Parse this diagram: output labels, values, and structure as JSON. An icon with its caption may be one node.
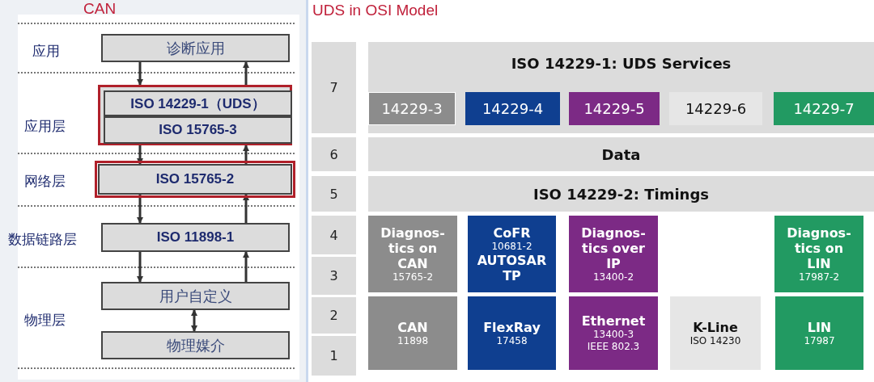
{
  "diagram": {
    "nodes": [
      {
        "text": [
          "诊断应用"
        ]
      },
      {
        "text": [],
        "shape": "box"
      },
      {
        "text": [
          "ISO 14229-1（UDS）"
        ],
        "in": 1
      },
      {
        "text": [
          "ISO 15765-3"
        ],
        "in": 1
      },
      {
        "text": [
          "ISO 15765-2"
        ]
      },
      {
        "text": [
          "ISO 11898-1"
        ]
      },
      {
        "text": [
          "用户自定义"
        ]
      },
      {
        "text": [
          "物理媒介"
        ]
      },
      {
        "text": [
          "7"
        ]
      },
      {
        "text": [
          "6"
        ]
      },
      {
        "text": [
          "5"
        ]
      },
      {
        "text": [
          "4"
        ]
      },
      {
        "text": [
          "3"
        ]
      },
      {
        "text": [
          "2"
        ]
      },
      {
        "text": [
          "1"
        ]
      },
      {
        "text": [
          "ISO 14229-1: UDS Services"
        ]
      },
      {
        "text": [
          "14229-3"
        ],
        "in": 15
      },
      {
        "text": [
          "14229-4"
        ],
        "in": 15
      },
      {
        "text": [
          "14229-5"
        ],
        "in": 15
      },
      {
        "text": [
          "14229-6"
        ],
        "in": 15
      },
      {
        "text": [
          "14229-7"
        ],
        "in": 15
      },
      {
        "text": [
          "Data"
        ]
      },
      {
        "text": [
          "ISO 14229-2: Timings"
        ]
      },
      {
        "text": [
          "Diagnos- tics on CAN",
          "15765-2"
        ]
      },
      {
        "text": [
          "CoFR",
          "10681-2",
          "AUTOSAR TP"
        ]
      },
      {
        "text": [
          "Diagnos- tics over IP",
          "13400-2"
        ]
      },
      {
        "text": [
          "Diagnos- tics on LIN",
          "17987-2"
        ]
      },
      {
        "text": [
          "CAN",
          "11898"
        ]
      },
      {
        "text": [
          "FlexRay",
          "17458"
        ]
      },
      {
        "text": [
          "Ethernet",
          "13400-3",
          "IEEE 802.3"
        ]
      },
      {
        "text": [
          "K-Line",
          "ISO 14230"
        ]
      },
      {
        "text": [
          "LIN",
          "17987"
        ]
      }
    ],
    "edges": [
      {
        "from": 0,
        "to": 1,
        "arrow": "to"
      },
      {
        "from": 1,
        "to": 0,
        "arrow": "to"
      },
      {
        "from": 1,
        "to": 4,
        "arrow": "to"
      },
      {
        "from": 4,
        "to": 1,
        "arrow": "to"
      },
      {
        "from": 4,
        "to": 5,
        "arrow": "to"
      },
      {
        "from": 5,
        "to": 4,
        "arrow": "to"
      },
      {
        "from": 5,
        "to": 6,
        "arrow": "to"
      },
      {
        "from": 6,
        "to": 5,
        "arrow": "to"
      },
      {
        "from": 6,
        "to": 7,
        "arrow": "both"
      }
    ],
    "labels": [
      "CAN",
      "应用",
      "应用层",
      "网络层",
      "数据链路层",
      "物理层",
      "UDS in OSI Model"
    ]
  }
}
